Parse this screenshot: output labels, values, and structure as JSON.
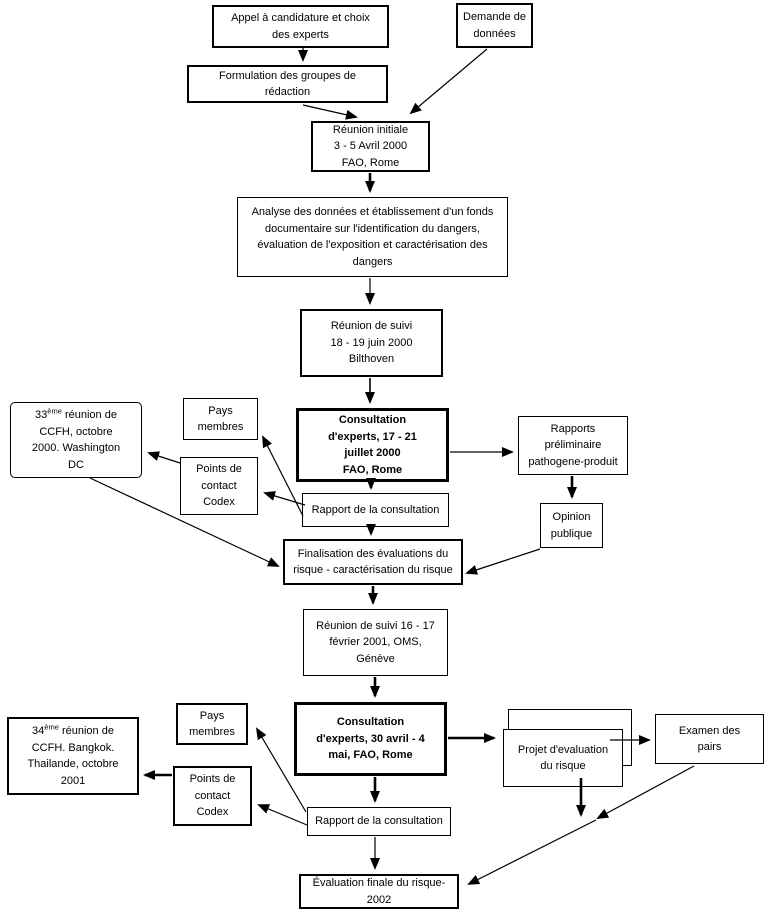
{
  "diagram": {
    "title": "Processus d'évaluation des risques FAO/OMS",
    "background_color": "#ffffff",
    "ink_color": "#000000",
    "nodes": {
      "appel": {
        "label": "Appel à candidature et choix\ndes experts"
      },
      "demande": {
        "label": "Demande de\ndonnées"
      },
      "formulation": {
        "label": "Formulation des groupes de\nrédaction"
      },
      "reunion_initiale": {
        "label": "Réunion initiale\n3 - 5 Avril 2000\nFAO, Rome"
      },
      "analyse": {
        "label": "Analyse des données et établissement d'un fonds\ndocumentaire sur l'identification du dangers,\névaluation de l'exposition et caractérisation des\ndangers"
      },
      "reunion_suivi_1": {
        "label": "Réunion de suivi\n18 - 19 juin 2000\nBilthoven"
      },
      "pays_membres_1": {
        "label": "Pays\nmembres"
      },
      "points_contact_1": {
        "label": "Points de\ncontact\nCodex"
      },
      "ccfh_33": {
        "num": "33",
        "sup": "ème",
        "rest": " réunion de\nCCFH, octobre\n2000. Washington\nDC"
      },
      "consultation_1": {
        "label": "Consultation\nd'experts, 17 - 21\njuillet 2000\nFAO, Rome"
      },
      "rapports_preliminaires": {
        "label": "Rapports\npréliminaire\npathogene-produit"
      },
      "rapport_consultation_1": {
        "label": "Rapport de la consultation"
      },
      "opinion_publique": {
        "label": "Opinion\npublique"
      },
      "finalisation": {
        "label": "Finalisation des évaluations du\nrisque - caractérisation du risque"
      },
      "reunion_suivi_2": {
        "label": "Réunion de suivi 16 - 17\nfévrier 2001, OMS,\nGénève"
      },
      "pays_membres_2": {
        "label": "Pays\nmembres"
      },
      "points_contact_2": {
        "label": "Points de\ncontact\nCodex"
      },
      "ccfh_34": {
        "num": "34",
        "sup": "ème",
        "rest": " réunion de\nCCFH. Bangkok.\nThailande, octobre\n2001"
      },
      "consultation_2": {
        "label": "Consultation\nd'experts, 30 avril - 4\nmai, FAO, Rome"
      },
      "projet_evaluation": {
        "label": "Projet d'evaluation\ndu risque"
      },
      "examen_pairs": {
        "label": "Examen des\npairs"
      },
      "rapport_consultation_2": {
        "label": "Rapport de la consultation"
      },
      "evaluation_finale": {
        "label": "Évaluation finale du risque-\n2002"
      }
    },
    "edges": [
      {
        "from": "appel",
        "to": "formulation"
      },
      {
        "from": "formulation",
        "to": "reunion_initiale"
      },
      {
        "from": "demande",
        "to": "reunion_initiale"
      },
      {
        "from": "reunion_initiale",
        "to": "analyse"
      },
      {
        "from": "analyse",
        "to": "reunion_suivi_1"
      },
      {
        "from": "reunion_suivi_1",
        "to": "consultation_1"
      },
      {
        "from": "consultation_1",
        "to": "rapports_preliminaires"
      },
      {
        "from": "consultation_1",
        "to": "rapport_consultation_1"
      },
      {
        "from": "rapports_preliminaires",
        "to": "opinion_publique"
      },
      {
        "from": "rapport_consultation_1",
        "to": "pays_membres_1"
      },
      {
        "from": "rapport_consultation_1",
        "to": "points_contact_1"
      },
      {
        "from": "points_contact_1",
        "to": "ccfh_33"
      },
      {
        "from": "ccfh_33",
        "to": "finalisation"
      },
      {
        "from": "opinion_publique",
        "to": "finalisation"
      },
      {
        "from": "rapport_consultation_1",
        "to": "finalisation"
      },
      {
        "from": "finalisation",
        "to": "reunion_suivi_2"
      },
      {
        "from": "reunion_suivi_2",
        "to": "consultation_2"
      },
      {
        "from": "consultation_2",
        "to": "projet_evaluation"
      },
      {
        "from": "consultation_2",
        "to": "rapport_consultation_2"
      },
      {
        "from": "projet_evaluation",
        "to": "examen_pairs"
      },
      {
        "from": "projet_evaluation",
        "to": "evaluation_finale"
      },
      {
        "from": "examen_pairs",
        "to": "evaluation_finale"
      },
      {
        "from": "rapport_consultation_2",
        "to": "pays_membres_2"
      },
      {
        "from": "rapport_consultation_2",
        "to": "points_contact_2"
      },
      {
        "from": "points_contact_2",
        "to": "ccfh_34"
      },
      {
        "from": "rapport_consultation_2",
        "to": "evaluation_finale"
      }
    ]
  }
}
